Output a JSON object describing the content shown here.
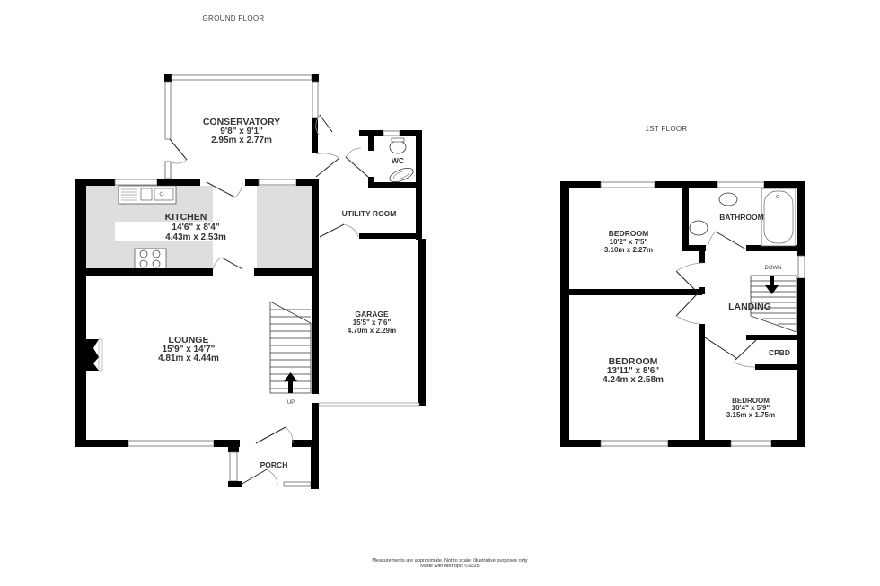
{
  "ground_floor": {
    "title": "GROUND FLOOR",
    "rooms": [
      {
        "id": "conservatory",
        "name": "CONSERVATORY",
        "dim_imperial": "9'8\"  x 9'1\"",
        "dim_metric": "2.95m  x 2.77m"
      },
      {
        "id": "wc",
        "name": "WC"
      },
      {
        "id": "utility",
        "name": "UTILITY ROOM"
      },
      {
        "id": "kitchen",
        "name": "KITCHEN",
        "dim_imperial": "14'6\"  x 8'4\"",
        "dim_metric": "4.43m  x 2.53m"
      },
      {
        "id": "lounge",
        "name": "LOUNGE",
        "dim_imperial": "15'9\"  x 14'7\"",
        "dim_metric": "4.81m  x 4.44m"
      },
      {
        "id": "garage",
        "name": "GARAGE",
        "dim_imperial": "15'5\"  x 7'6\"",
        "dim_metric": "4.70m  x 2.29m"
      },
      {
        "id": "porch",
        "name": "PORCH"
      }
    ],
    "stairs_label": "UP"
  },
  "first_floor": {
    "title": "1ST FLOOR",
    "rooms": [
      {
        "id": "bedroom1",
        "name": "BEDROOM",
        "dim_imperial": "10'2\"  x 7'5\"",
        "dim_metric": "3.10m  x 2.27m"
      },
      {
        "id": "bathroom",
        "name": "BATHROOM"
      },
      {
        "id": "landing",
        "name": "LANDING"
      },
      {
        "id": "bedroom2",
        "name": "BEDROOM",
        "dim_imperial": "13'11\"  x 8'6\"",
        "dim_metric": "4.24m  x 2.58m"
      },
      {
        "id": "cpbd",
        "name": "CPBD"
      },
      {
        "id": "bedroom3",
        "name": "BEDROOM",
        "dim_imperial": "10'4\"  x 5'9\"",
        "dim_metric": "3.15m  x 1.75m"
      }
    ],
    "stairs_label": "DOWN"
  },
  "footer": {
    "disclaimer": "Measurements are approximate.  Not to scale.  Illustrative purposes only",
    "credit": "Made with Metropix ©2025"
  },
  "colors": {
    "wall": "#000000",
    "counter": "#dedede",
    "text": "#333333"
  }
}
